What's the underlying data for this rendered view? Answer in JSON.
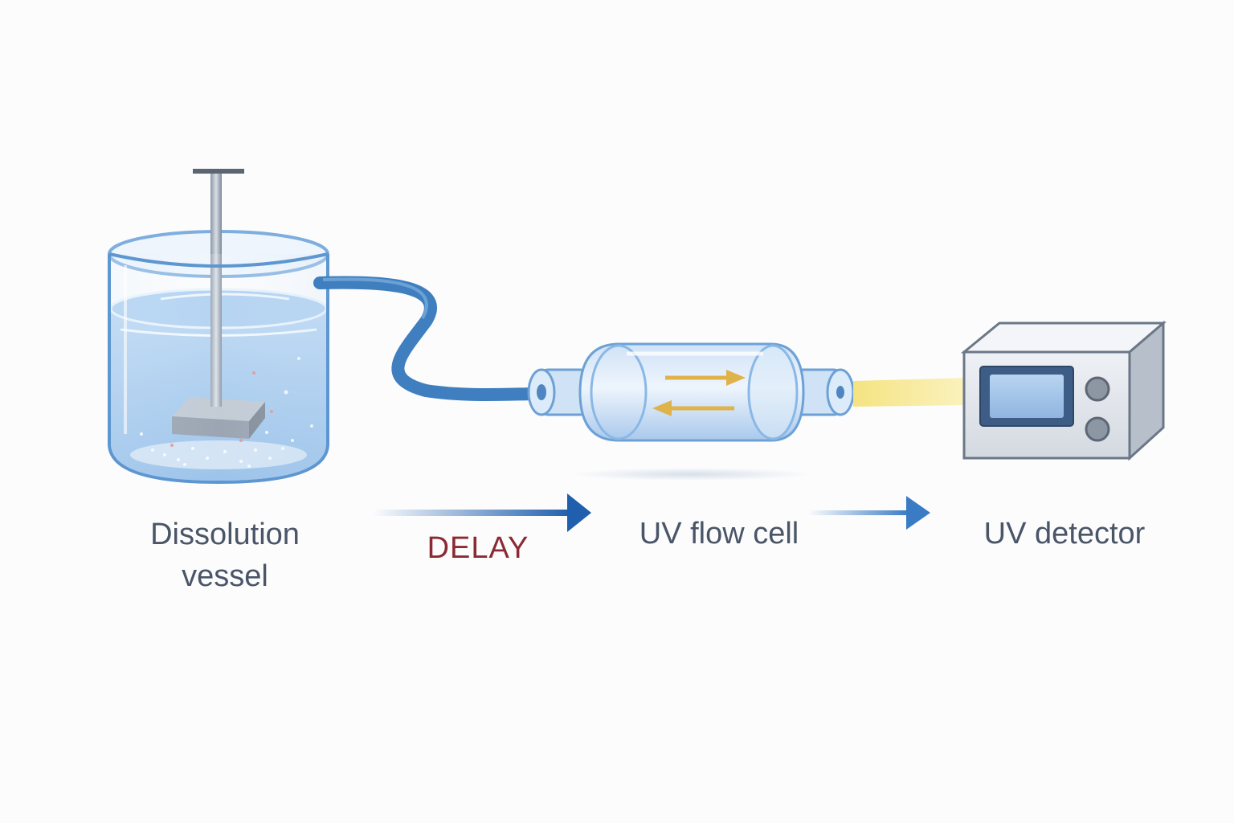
{
  "labels": {
    "vessel_line1": "Dissolution",
    "vessel_line2": "vessel",
    "delay": "DELAY",
    "flow_cell": "UV flow cell",
    "detector": "UV detector"
  },
  "icons": {
    "vessel": "beaker-with-stirrer-icon",
    "tubing": "tubing-icon",
    "flow_cell": "flow-cell-icon",
    "light_beam": "light-beam-icon",
    "detector": "detector-box-icon",
    "arrow_delay": "arrow-right-icon",
    "arrow_detector": "arrow-right-icon"
  },
  "colors": {
    "water": "#9cc4ec",
    "tubing": "#3f7fbf",
    "arrow": "#1f5fae",
    "flow_arrows": "#e0b24a",
    "beam": "#f6e98a",
    "delay_text": "#8b2a33",
    "label_text": "#4a5568",
    "detector_body": "#dfe3ea"
  }
}
